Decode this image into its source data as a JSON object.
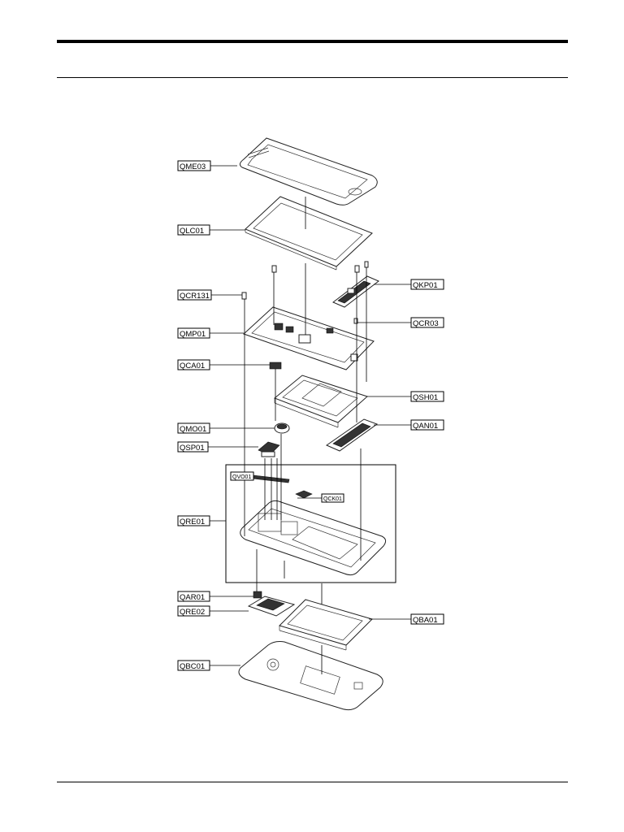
{
  "labels": {
    "qme03": "QME03",
    "qlc01": "QLC01",
    "qcr131": "QCR131",
    "qmp01": "QMP01",
    "qca01": "QCA01",
    "qmo01": "QMO01",
    "qsp01": "QSP01",
    "qre01": "QRE01",
    "qar01": "QAR01",
    "qre02": "QRE02",
    "qbc01": "QBC01",
    "qkp01": "QKP01",
    "qcr03": "QCR03",
    "qsh01": "QSH01",
    "qan01": "QAN01",
    "qba01": "QBA01",
    "qvo01": "QVO01",
    "qck01": "QCK01"
  },
  "colors": {
    "line": "#000000",
    "background": "#ffffff"
  }
}
